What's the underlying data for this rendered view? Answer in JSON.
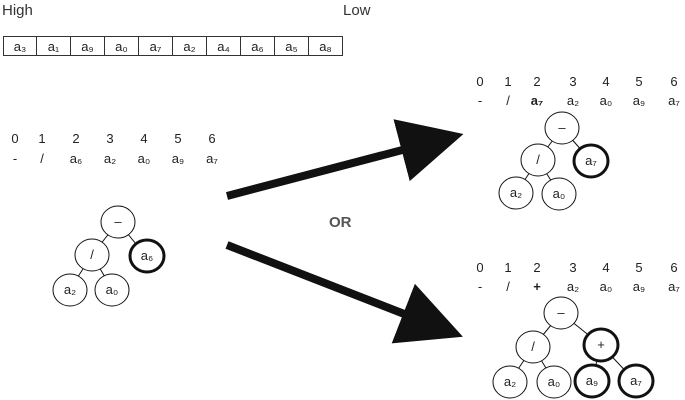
{
  "header": {
    "high_label": "High",
    "low_label": "Low"
  },
  "priority_list": [
    "a₃",
    "a₁",
    "a₉",
    "a₀",
    "a₇",
    "a₂",
    "a₄",
    "a₆",
    "a₅",
    "a₈"
  ],
  "indices": [
    "0",
    "1",
    "2",
    "3",
    "4",
    "5",
    "6"
  ],
  "left_panel": {
    "array": [
      "-",
      "/",
      "a₆",
      "a₂",
      "a₀",
      "a₉",
      "a₇"
    ],
    "tree": {
      "root": "–",
      "op": "/",
      "leaf_left": "a₂",
      "leaf_mid": "a₀",
      "highlighted": "a₆"
    }
  },
  "or_label": "OR",
  "top_right_panel": {
    "array": [
      "-",
      "/",
      "a₇",
      "a₂",
      "a₀",
      "a₉",
      "a₇"
    ],
    "tree": {
      "root": "–",
      "op": "/",
      "leaf_left": "a₂",
      "leaf_mid": "a₀",
      "highlighted": "a₇"
    }
  },
  "bottom_right_panel": {
    "array": [
      "-",
      "/",
      "+",
      "a₂",
      "a₀",
      "a₉",
      "a₇"
    ],
    "tree": {
      "root": "–",
      "op": "/",
      "plus": "+",
      "leaf_left": "a₂",
      "leaf_mid": "a₀",
      "highlighted_a": "a₉",
      "highlighted_b": "a₇"
    }
  }
}
